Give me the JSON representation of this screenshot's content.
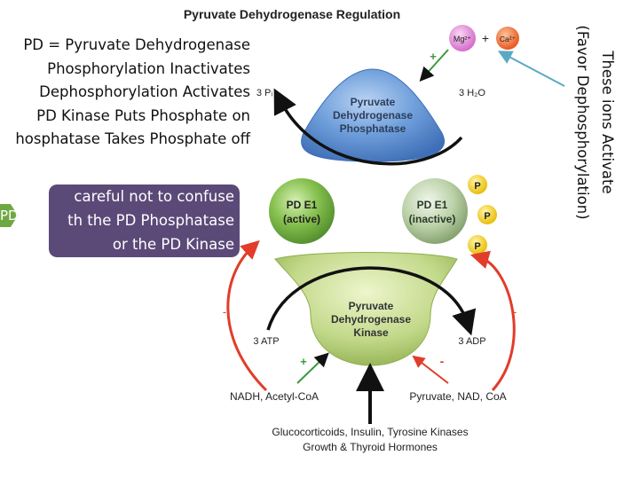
{
  "title": "Pyruvate Dehydrogenase Regulation",
  "notes": [
    "PD = Pyruvate Dehydrogenase",
    "Phosphorylation Inactivates",
    "Dephosphorylation Activates",
    "PD Kinase Puts Phosphate on",
    "hosphatase Takes Phosphate off"
  ],
  "caution": {
    "lines": [
      "careful not to confuse",
      "th the PD Phosphatase",
      "or the PD Kinase"
    ],
    "tag": "PD"
  },
  "ions_note": {
    "line1": "These ions Activate",
    "line2": "(Favor Dephosphorylation)"
  },
  "ions": {
    "mg": "Mg²⁺",
    "ca": "Ca²⁺",
    "plus": "+"
  },
  "phosphatase": {
    "line1": "Pyruvate",
    "line2": "Dehydrogenase",
    "line3": "Phosphatase",
    "left_label": "3 Pᵢ",
    "right_label": "3 H₂O",
    "sign": "+"
  },
  "pde1_active": {
    "line1": "PD E1",
    "line2": "(active)"
  },
  "pde1_inactive": {
    "line1": "PD E1",
    "line2": "(inactive)",
    "phosphate": "P"
  },
  "kinase": {
    "line1": "Pyruvate",
    "line2": "Dehydrogenase",
    "line3": "Kinase",
    "left_label": "3 ATP",
    "right_label": "3 ADP",
    "left_sign": "-",
    "right_sign": "-"
  },
  "activators": {
    "left": "NADH, Acetyl-CoA",
    "right": "Pyruvate, NAD, CoA",
    "left_sign": "+",
    "right_sign": "-"
  },
  "hormones": {
    "line1": "Glucocorticoids, Insulin, Tyrosine Kinases",
    "line2": "Growth & Thyroid Hormones"
  },
  "colors": {
    "blue": "#5b8fd0",
    "green": "#7db845",
    "kinase": "#b9d27c",
    "red": "#e23c2a",
    "purple": "#5b4a78",
    "gold": "#f6d31c",
    "teal": "#5aa9c4"
  }
}
